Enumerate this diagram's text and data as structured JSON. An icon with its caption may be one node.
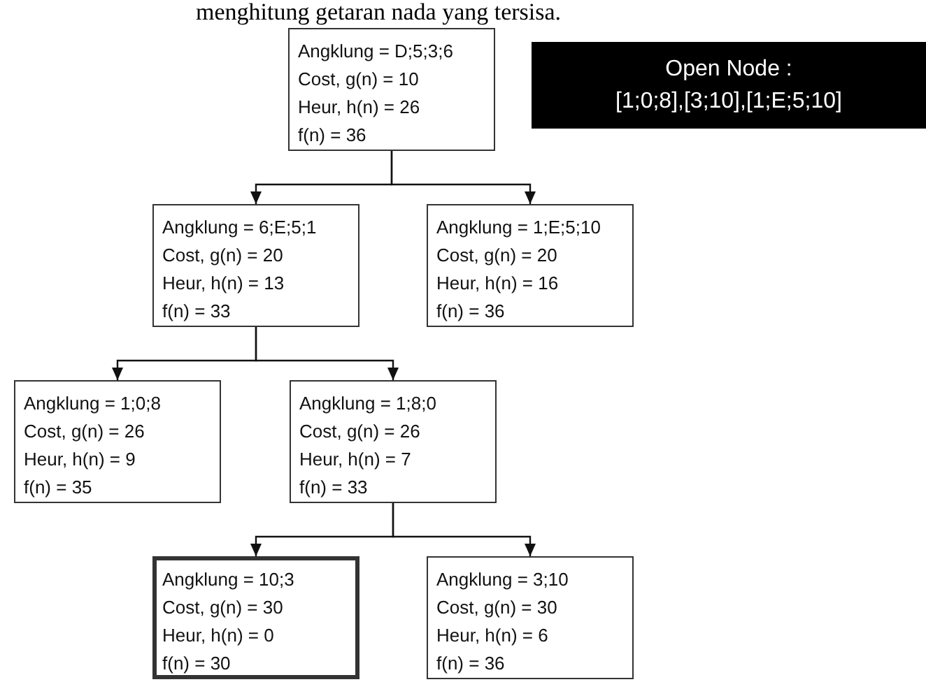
{
  "diagram": {
    "nodes": [
      {
        "text": [
          "Angklung = D;5;3;6",
          "Cost, g(n) = 10",
          "Heur, h(n) = 26",
          "f(n) = 36"
        ]
      },
      {
        "text": [
          "Open Node :",
          "[1;0;8],[3;10],[1;E;5;10]"
        ]
      },
      {
        "text": [
          "Angklung = 6;E;5;1",
          "Cost, g(n) = 20",
          "Heur, h(n) = 13",
          "f(n) = 33"
        ]
      },
      {
        "text": [
          "Angklung =  1;E;5;10",
          "Cost, g(n) = 20",
          "Heur, h(n) = 16",
          "f(n) = 36"
        ]
      },
      {
        "text": [
          "Angklung = 1;0;8",
          "Cost, g(n) = 26",
          "Heur, h(n) = 9",
          "f(n) = 35"
        ]
      },
      {
        "text": [
          "Angklung = 1;8;0",
          "Cost, g(n) = 26",
          "Heur, h(n) = 7",
          "f(n) = 33"
        ]
      },
      {
        "text": [
          "Angklung = 10;3",
          "Cost, g(n) = 30",
          "Heur, h(n) = 0",
          "f(n) = 30"
        ]
      },
      {
        "text": [
          "Angklung = 3;10",
          "Cost, g(n) = 30",
          "Heur, h(n) = 6",
          "f(n) = 36"
        ]
      }
    ],
    "edges": [
      {
        "from": 0,
        "to": 2,
        "arrow": "to"
      },
      {
        "from": 0,
        "to": 3,
        "arrow": "to"
      },
      {
        "from": 2,
        "to": 4,
        "arrow": "to"
      },
      {
        "from": 2,
        "to": 5,
        "arrow": "to"
      },
      {
        "from": 5,
        "to": 6,
        "arrow": "to"
      },
      {
        "from": 5,
        "to": 7,
        "arrow": "to"
      }
    ],
    "labels": [
      "menghitung getaran nada yang tersisa."
    ]
  }
}
